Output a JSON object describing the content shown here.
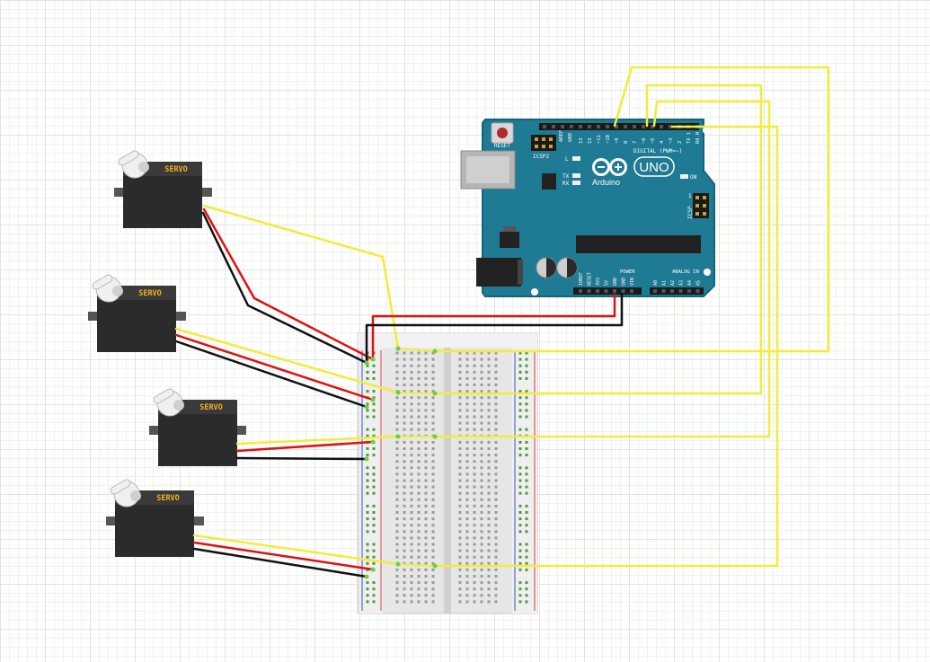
{
  "arduino": {
    "reset_label": "RESET",
    "icsp2_label": "ICSP2",
    "icsp_label": "ICSP",
    "uno_label": "UNO",
    "brand_label": "Arduino",
    "led_l": "L",
    "led_tx": "TX",
    "led_rx": "RX",
    "on_label": "ON",
    "digital_label": "DIGITAL (PWM=~)",
    "power_label": "POWER",
    "analog_label": "ANALOG IN",
    "aref_label": "AREF",
    "gnd_label": "GND",
    "digital_pins": [
      "13",
      "12",
      "~11",
      "~10",
      "~9",
      "8",
      "7",
      "~6",
      "~5",
      "4",
      "~3",
      "2",
      "TX 1",
      "RX 0"
    ],
    "power_pins": [
      "IOREF",
      "RESET",
      "3V3",
      "5V",
      "GND",
      "GND",
      "VIN"
    ],
    "analog_pins": [
      "A0",
      "A1",
      "A2",
      "A3",
      "A4",
      "A5"
    ],
    "icsp_pin1": "1"
  },
  "servos": [
    {
      "label": "SERVO"
    },
    {
      "label": "SERVO"
    },
    {
      "label": "SERVO"
    },
    {
      "label": "SERVO"
    }
  ],
  "colors": {
    "board": "#1f7a94",
    "board_edge": "#16627a",
    "signal_wire": "#f2ec3a",
    "power_wire": "#e01010",
    "ground_wire": "#111111",
    "servo_body": "#2b2b2b",
    "servo_label": "#f0b020",
    "breadboard": "#e8e8e8"
  }
}
